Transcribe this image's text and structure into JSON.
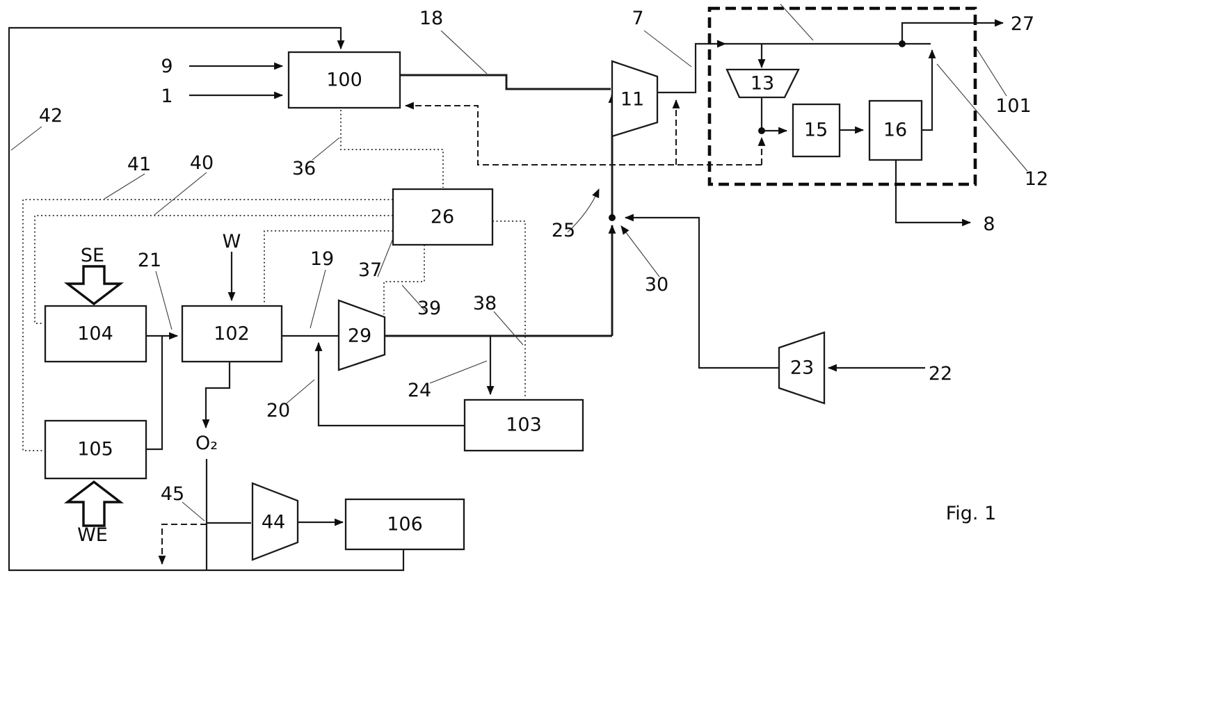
{
  "figure": {
    "caption": "Fig. 1"
  },
  "blocks": {
    "b100": "100",
    "b26": "26",
    "b102": "102",
    "b103": "103",
    "b104": "104",
    "b105": "105",
    "b106": "106",
    "b15": "15",
    "b16": "16"
  },
  "machines": {
    "m11": "11",
    "m13": "13",
    "m23": "23",
    "m29": "29",
    "m44": "44"
  },
  "labels": {
    "n1": "1",
    "n7": "7",
    "n8": "8",
    "n9": "9",
    "n12": "12",
    "n18": "18",
    "n19": "19",
    "n20": "20",
    "n21": "21",
    "n22": "22",
    "n24": "24",
    "n25": "25",
    "n27": "27",
    "n30": "30",
    "n36": "36",
    "n37": "37",
    "n38": "38",
    "n39": "39",
    "n40": "40",
    "n41": "41",
    "n42": "42",
    "n45": "45",
    "n101": "101",
    "se": "SE",
    "we": "WE",
    "w": "W",
    "o2": "O₂"
  },
  "colors": {
    "line": "#1a1a1a",
    "background": "#ffffff"
  }
}
